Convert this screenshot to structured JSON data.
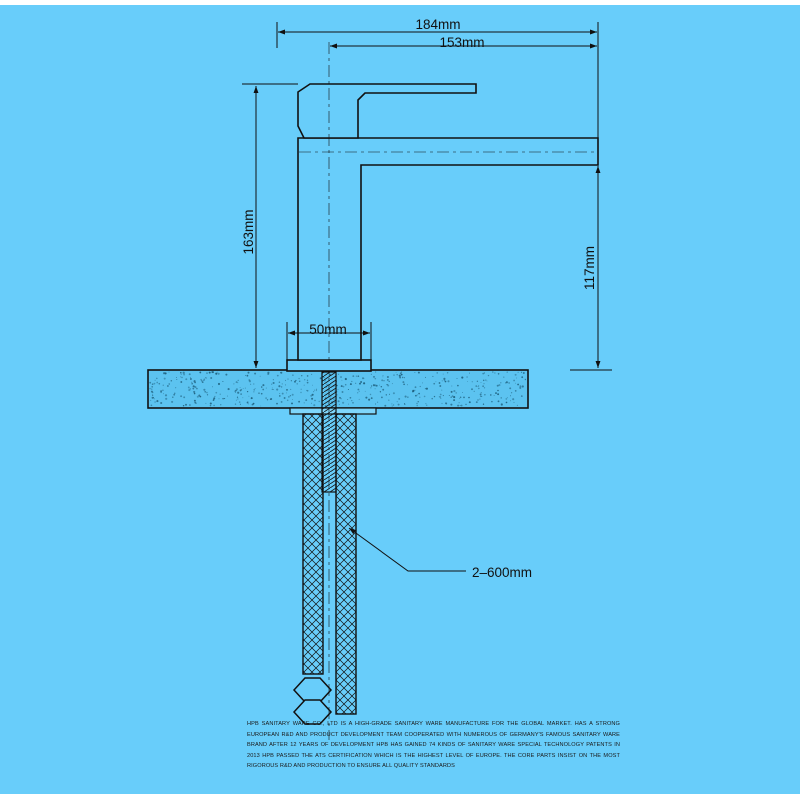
{
  "colors": {
    "background": "#68cdfa",
    "line": "#111111",
    "countertop": "#5cc3f0",
    "speckle": "#1e5f7d"
  },
  "dimensions": {
    "overall_width": "184mm",
    "spout_reach": "153mm",
    "overall_height": "163mm",
    "spout_height": "117mm",
    "base_diameter": "50mm",
    "hose_length": "2–600mm"
  },
  "company_blurb": "HPB SANITARY WARE CO., LTD IS A HIGH-GRADE SANITARY WARE MANUFACTURE FOR THE GLOBAL MARKET. HAS A STRONG EUROPEAN R&D AND PRODUCT DEVELOPMENT TEAM COOPERATED WITH NUMEROUS OF GERMANY'S FAMOUS SANITARY WARE BRAND AFTER 12 YEARS OF DEVELOPMENT HPB HAS GAINED 74 KINDS OF SANITARY WARE SPECIAL TECHNOLOGY PATENTS IN 2013 HPB PASSED THE ATS CERTIFICATION WHICH IS THE HIGHEST LEVEL OF EUROPE. THE CORE PARTS INSIST ON THE MOST RIGOROUS R&D AND PRODUCTION TO ENSURE ALL QUALITY STANDARDS"
}
